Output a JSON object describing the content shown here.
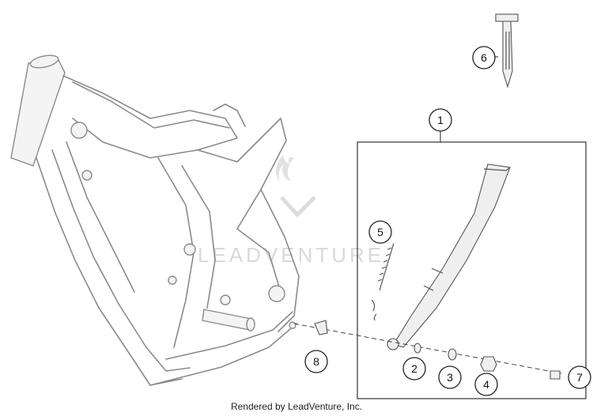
{
  "callouts": [
    "1",
    "2",
    "3",
    "4",
    "5",
    "6",
    "7",
    "8"
  ],
  "watermark": "LEADVENTURE",
  "footer": "Rendered by LeadVenture, Inc."
}
